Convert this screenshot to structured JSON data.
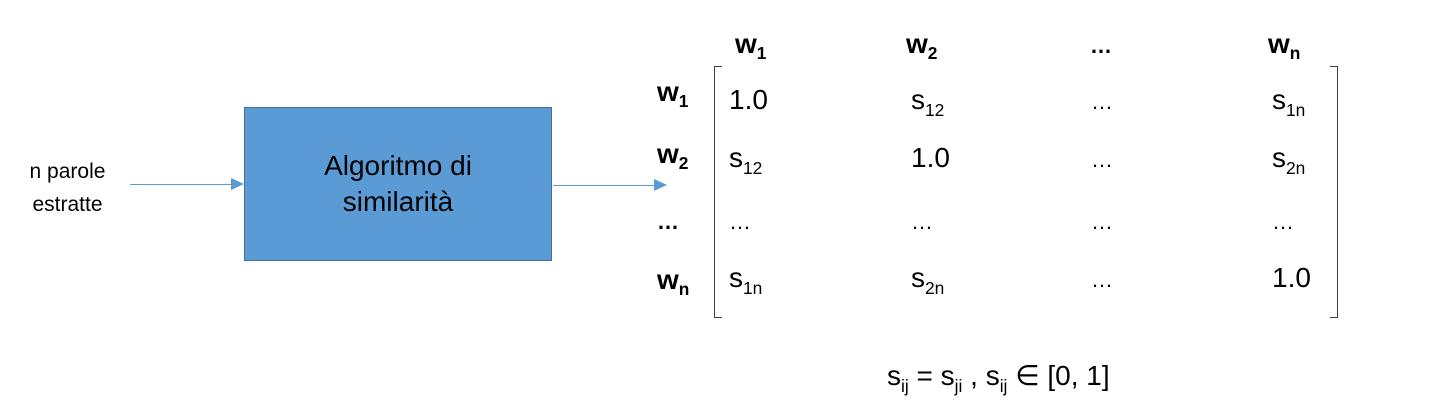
{
  "input_label": {
    "line1": "n parole",
    "line2": "estratte"
  },
  "process_box": {
    "line1": "Algoritmo di",
    "line2": "similarità",
    "fill": "#5b9bd5",
    "border": "#41719c"
  },
  "arrow_color": "#5b9bd5",
  "matrix": {
    "col_headers": [
      {
        "base": "w",
        "sub": "1"
      },
      {
        "base": "w",
        "sub": "2"
      },
      {
        "base": "…",
        "sub": ""
      },
      {
        "base": "w",
        "sub": "n"
      }
    ],
    "row_headers": [
      {
        "base": "w",
        "sub": "1"
      },
      {
        "base": "w",
        "sub": "2"
      },
      {
        "base": "…",
        "sub": ""
      },
      {
        "base": "w",
        "sub": "n"
      }
    ],
    "rows": [
      [
        {
          "base": "1.0",
          "sub": ""
        },
        {
          "base": "s",
          "sub": "12"
        },
        {
          "base": "…",
          "sub": ""
        },
        {
          "base": "s",
          "sub": "1n"
        }
      ],
      [
        {
          "base": "s",
          "sub": "12"
        },
        {
          "base": "1.0",
          "sub": ""
        },
        {
          "base": "…",
          "sub": ""
        },
        {
          "base": "s",
          "sub": "2n"
        }
      ],
      [
        {
          "base": "…",
          "sub": ""
        },
        {
          "base": "…",
          "sub": ""
        },
        {
          "base": "…",
          "sub": ""
        },
        {
          "base": "…",
          "sub": ""
        }
      ],
      [
        {
          "base": "s",
          "sub": "1n"
        },
        {
          "base": "s",
          "sub": "2n"
        },
        {
          "base": "…",
          "sub": ""
        },
        {
          "base": "1.0",
          "sub": ""
        }
      ]
    ]
  },
  "formula": {
    "s1": "s",
    "sub1": "ij",
    "eq": " = ",
    "s2": "s",
    "sub2": "ji",
    "comma": " , ",
    "s3": "s",
    "sub3": "ij",
    "rest": " ∈ [0, 1]"
  }
}
